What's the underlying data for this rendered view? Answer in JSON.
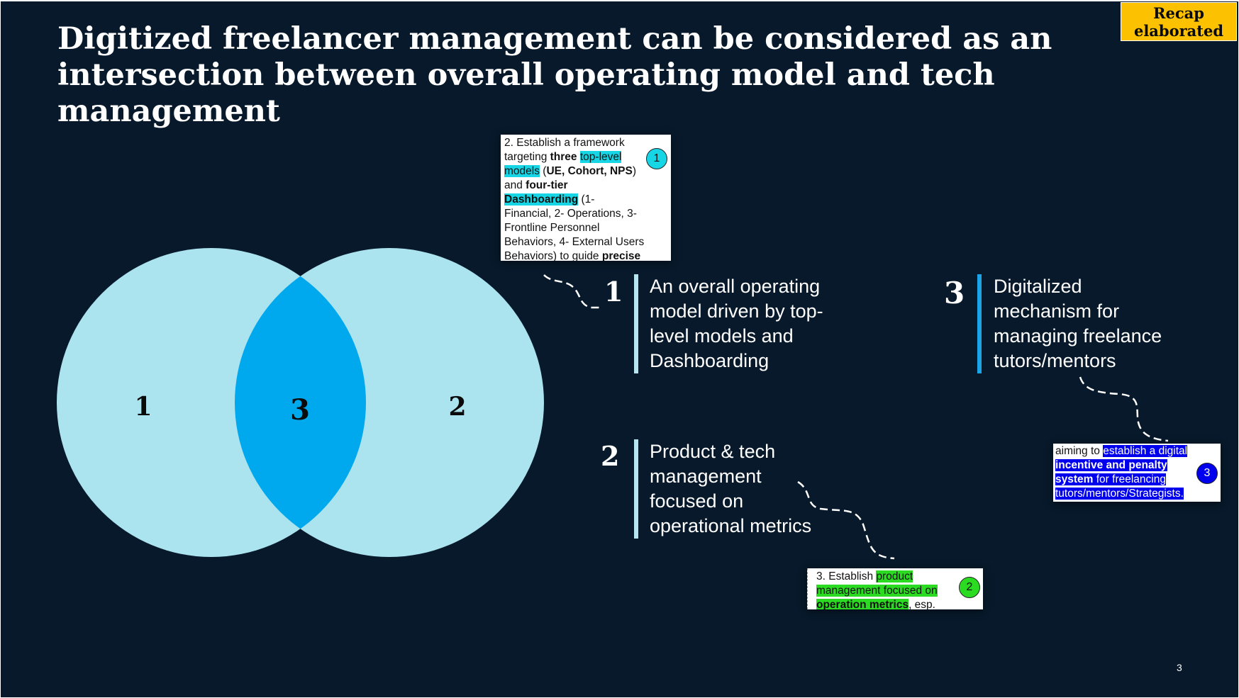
{
  "title": {
    "line1": "Digitized freelancer management can be considered as an",
    "line2": "intersection between overall operating model and tech management"
  },
  "tag": {
    "line1": "Recap",
    "line2": "elaborated"
  },
  "venn": {
    "left_label": "1",
    "overlap_label": "3",
    "right_label": "2"
  },
  "items": [
    {
      "number": "1",
      "lines": [
        "An overall operating",
        "model driven by top-",
        "level models and",
        "Dashboarding"
      ]
    },
    {
      "number": "2",
      "lines": [
        "Product & tech",
        "management",
        "focused on",
        "operational metrics"
      ]
    },
    {
      "number": "3",
      "lines": [
        "Digitalized",
        "mechanism for",
        "managing freelance",
        "tutors/mentors"
      ]
    }
  ],
  "callouts": {
    "c1": {
      "badge": "1",
      "t1": "2. Establish a framework targeting ",
      "t2": "three",
      "t3": " ",
      "t4": "top-level models",
      "t5": " (",
      "t6": "UE, Cohort, NPS",
      "t7": ") and ",
      "t8": "four-tier",
      "t9": " ",
      "t10": "Dashboarding",
      "t11": " (1- Financial, 2- Operations, 3- Frontline Personnel Behaviors, 4- External Users Behaviors) to guide ",
      "t12": "precise & refined daily operations",
      "t13": "."
    },
    "c2": {
      "badge": "2",
      "t1": "3. Establish ",
      "t2": "product management focused on",
      "t3": " ",
      "t4": "operation metrics",
      "t5": ", esp."
    },
    "c3": {
      "badge": "3",
      "t1": "aiming to ",
      "t2": "establish a digital",
      "t3": " ",
      "t4": "incentive and penalty system",
      "t5": " for freelancing tutors/mentors/Strategists."
    }
  },
  "page_number": "3",
  "colors": {
    "background": "#07192a",
    "circle_light": "#abe3ef",
    "overlap": "#00a8ee",
    "accent_bar": "#b6e5f2",
    "bar_blue": "#19a5e8",
    "tag": "#fcc100",
    "highlight_cyan": "#16d6e6",
    "highlight_green": "#2bdb22",
    "highlight_blue": "#0000ee"
  }
}
